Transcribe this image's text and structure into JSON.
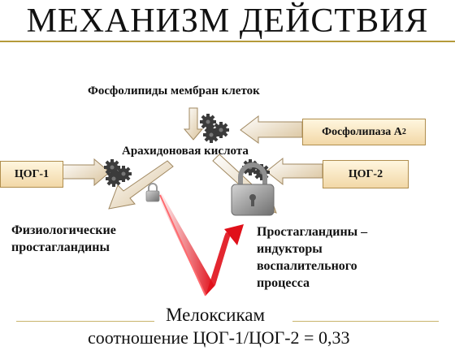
{
  "title": "МЕХАНИЗМ ДЕЙСТВИЯ",
  "nodes": {
    "phospholipids": "Фосфолипиды мембран клеток",
    "phospholipase": "Фосфолипаза А",
    "phospholipase_sub": "2",
    "arachidonic": "Арахидоновая кислота",
    "cox1": "ЦОГ-1",
    "cox2": "ЦОГ-2",
    "physio_line1": "Физиологические",
    "physio_line2": "простагландины",
    "pro_line1": "Простагландины –",
    "pro_line2": "индукторы",
    "pro_line3": "воспалительного",
    "pro_line4": "процесса"
  },
  "footer": {
    "drug": "Мелоксикам",
    "ratio": "соотношение ЦОГ-1/ЦОГ-2 = 0,33"
  },
  "colors": {
    "box_fill": "#f4dcae",
    "arrow_fill": "#efe1c4",
    "gear": "#3b3b3b",
    "red_arrow": "#e0101a",
    "lock": "#9a9a9a",
    "rule": "#b59a3a"
  }
}
